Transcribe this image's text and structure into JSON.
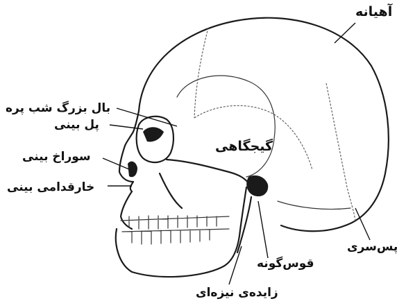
{
  "labels": {
    "parietal": "آهیانه",
    "sphenoid_greater_wing": "بال بزرگ شب پره",
    "nasal_bone": "پل بینی",
    "temporal": "گیجگاهی",
    "nasal_cavity": "سوراخ بینی",
    "anterior_nasal_spine": "خارقدامی بینی",
    "occipital": "پس‌سری",
    "zygomatic_arch": "قوس‌گونه",
    "styloid_process": "زایده‌ی نیزه‌ای"
  }
}
